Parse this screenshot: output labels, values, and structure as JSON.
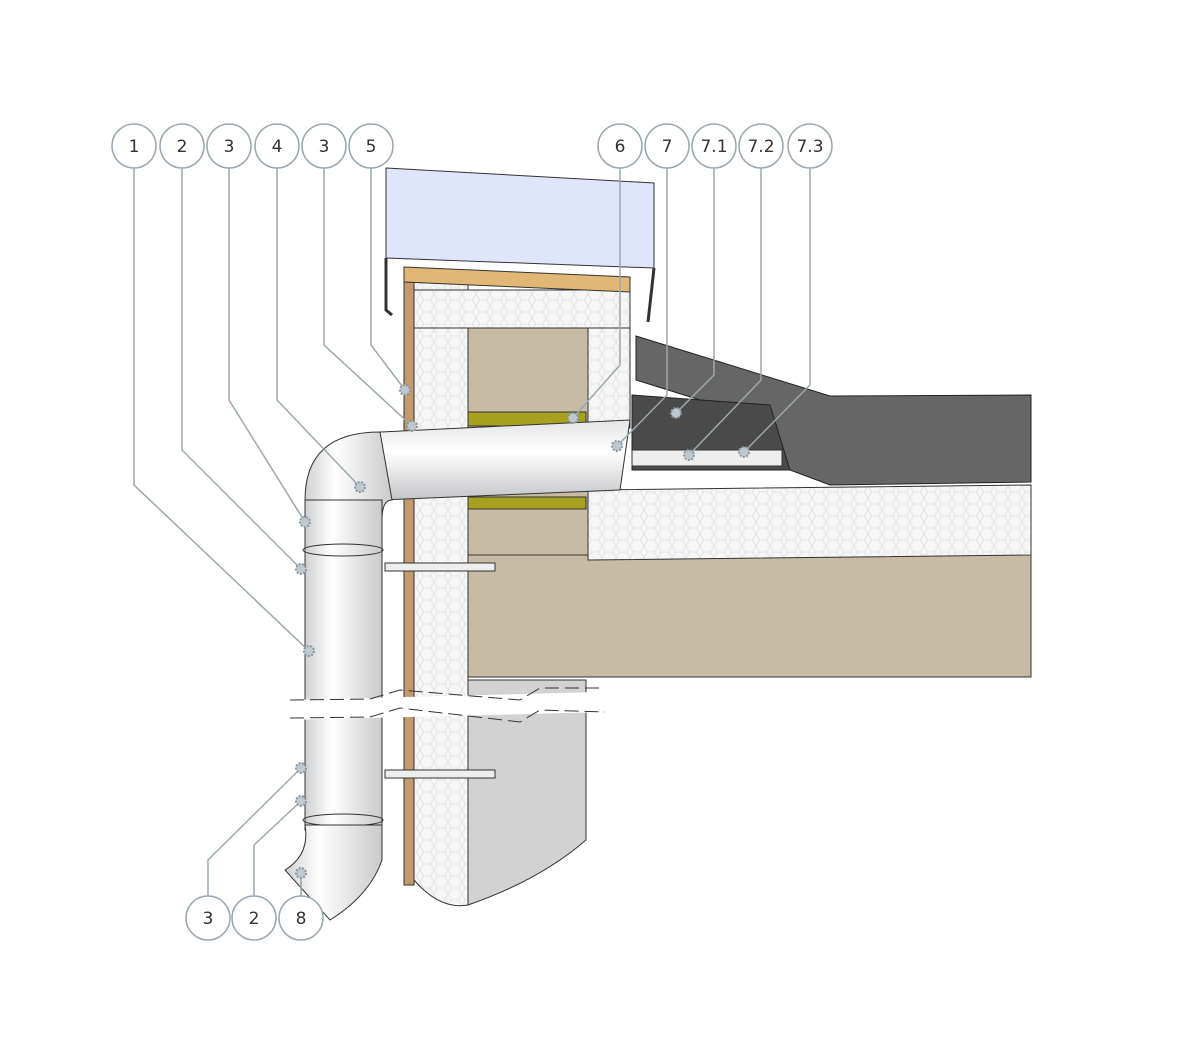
{
  "callouts_top": [
    "1",
    "2",
    "3",
    "4",
    "3",
    "5",
    "6",
    "7",
    "7.1",
    "7.2",
    "7.3"
  ],
  "callouts_bottom": [
    "3",
    "2",
    "8"
  ],
  "colors": {
    "concrete": "#c8bba5",
    "insulation": "#f4f4f4",
    "wood": "#e0b774",
    "membrane": "#666666",
    "coping": "#dfe5fb",
    "leader": "#9aa8b0",
    "yellow": "#a8a020"
  }
}
